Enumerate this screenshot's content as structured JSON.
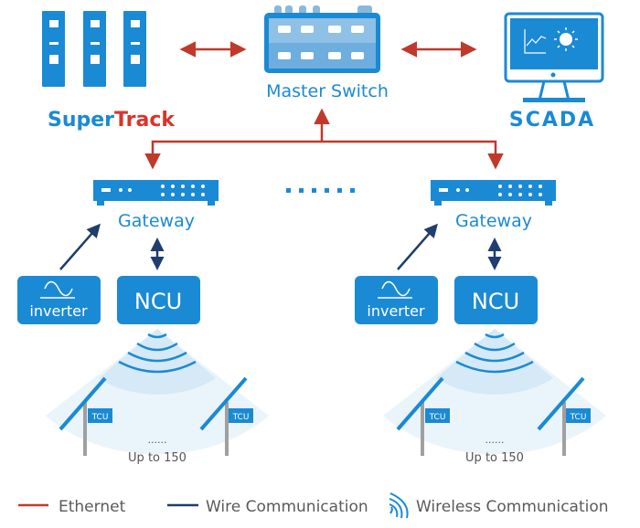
{
  "top": {
    "supertrack": {
      "part1": "Super",
      "part2": "Track"
    },
    "master_switch": "Master Switch",
    "scada": "SCADA"
  },
  "clusters": [
    {
      "gateway": "Gateway",
      "inverter": "inverter",
      "ncu": "NCU",
      "tcu1": "TCU",
      "tcu2": "TCU",
      "ellipsis": "......",
      "count": "Up to 150"
    },
    {
      "gateway": "Gateway",
      "inverter": "inverter",
      "ncu": "NCU",
      "tcu1": "TCU",
      "tcu2": "TCU",
      "ellipsis": "......",
      "count": "Up to 150"
    }
  ],
  "legend": {
    "ethernet": "Ethernet",
    "wire": "Wire Communication",
    "wireless": "Wireless Communication"
  },
  "colors": {
    "blue": "#1a8ad4",
    "ethernet": "#c0392b",
    "wire": "#1f3d6e",
    "supertrack_red": "#d9342b"
  }
}
